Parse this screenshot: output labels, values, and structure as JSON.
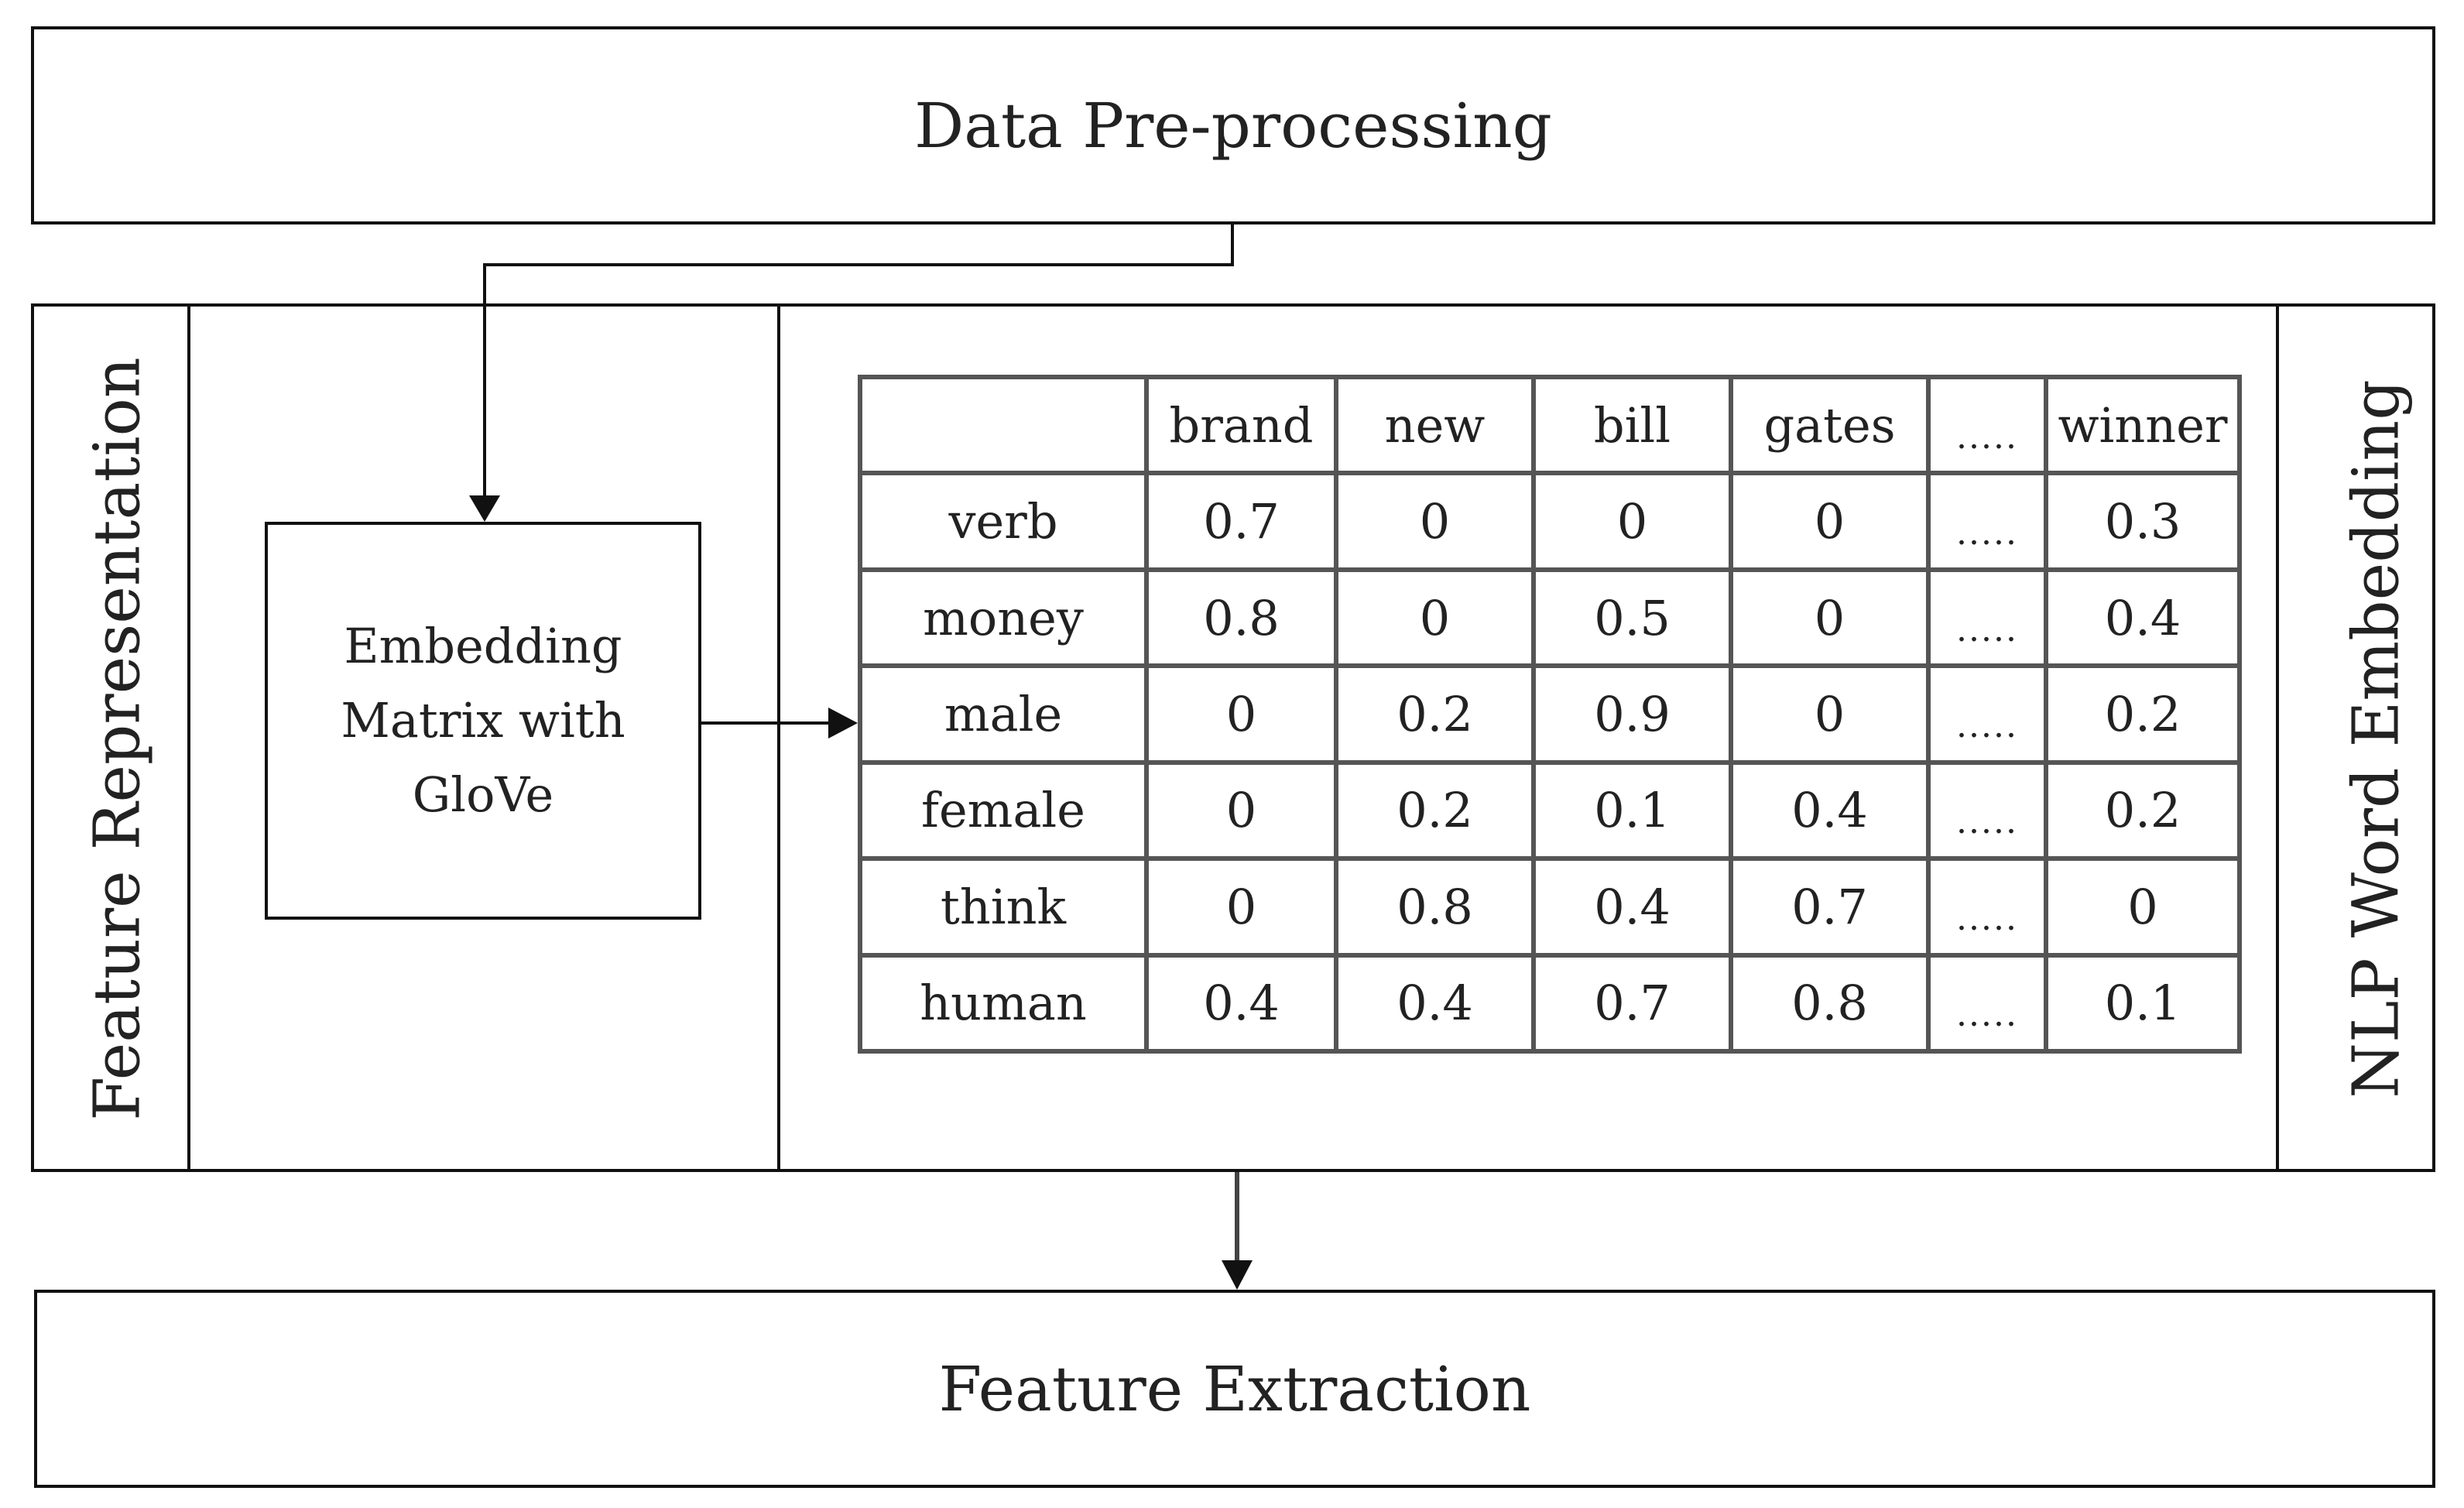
{
  "top_box": {
    "label": "Data Pre-processing"
  },
  "bottom_box": {
    "label": "Feature Extraction"
  },
  "left_side": {
    "label": "Feature Representation"
  },
  "right_side": {
    "label": "NLP Word Embedding"
  },
  "embedding_box": {
    "line1": "Embedding",
    "line2": "Matrix with",
    "line3": "GloVe"
  },
  "matrix": {
    "columns": [
      "brand",
      "new",
      "bill",
      "gates",
      ".....",
      "winner"
    ],
    "rows": [
      {
        "label": "verb",
        "values": [
          "0.7",
          "0",
          "0",
          "0",
          ".....",
          "0.3"
        ]
      },
      {
        "label": "money",
        "values": [
          "0.8",
          "0",
          "0.5",
          "0",
          ".....",
          "0.4"
        ]
      },
      {
        "label": "male",
        "values": [
          "0",
          "0.2",
          "0.9",
          "0",
          ".....",
          "0.2"
        ]
      },
      {
        "label": "female",
        "values": [
          "0",
          "0.2",
          "0.1",
          "0.4",
          ".....",
          "0.2"
        ]
      },
      {
        "label": "think",
        "values": [
          "0",
          "0.8",
          "0.4",
          "0.7",
          ".....",
          "0"
        ]
      },
      {
        "label": "human",
        "values": [
          "0.4",
          "0.4",
          "0.7",
          "0.8",
          ".....",
          "0.1"
        ]
      }
    ]
  }
}
